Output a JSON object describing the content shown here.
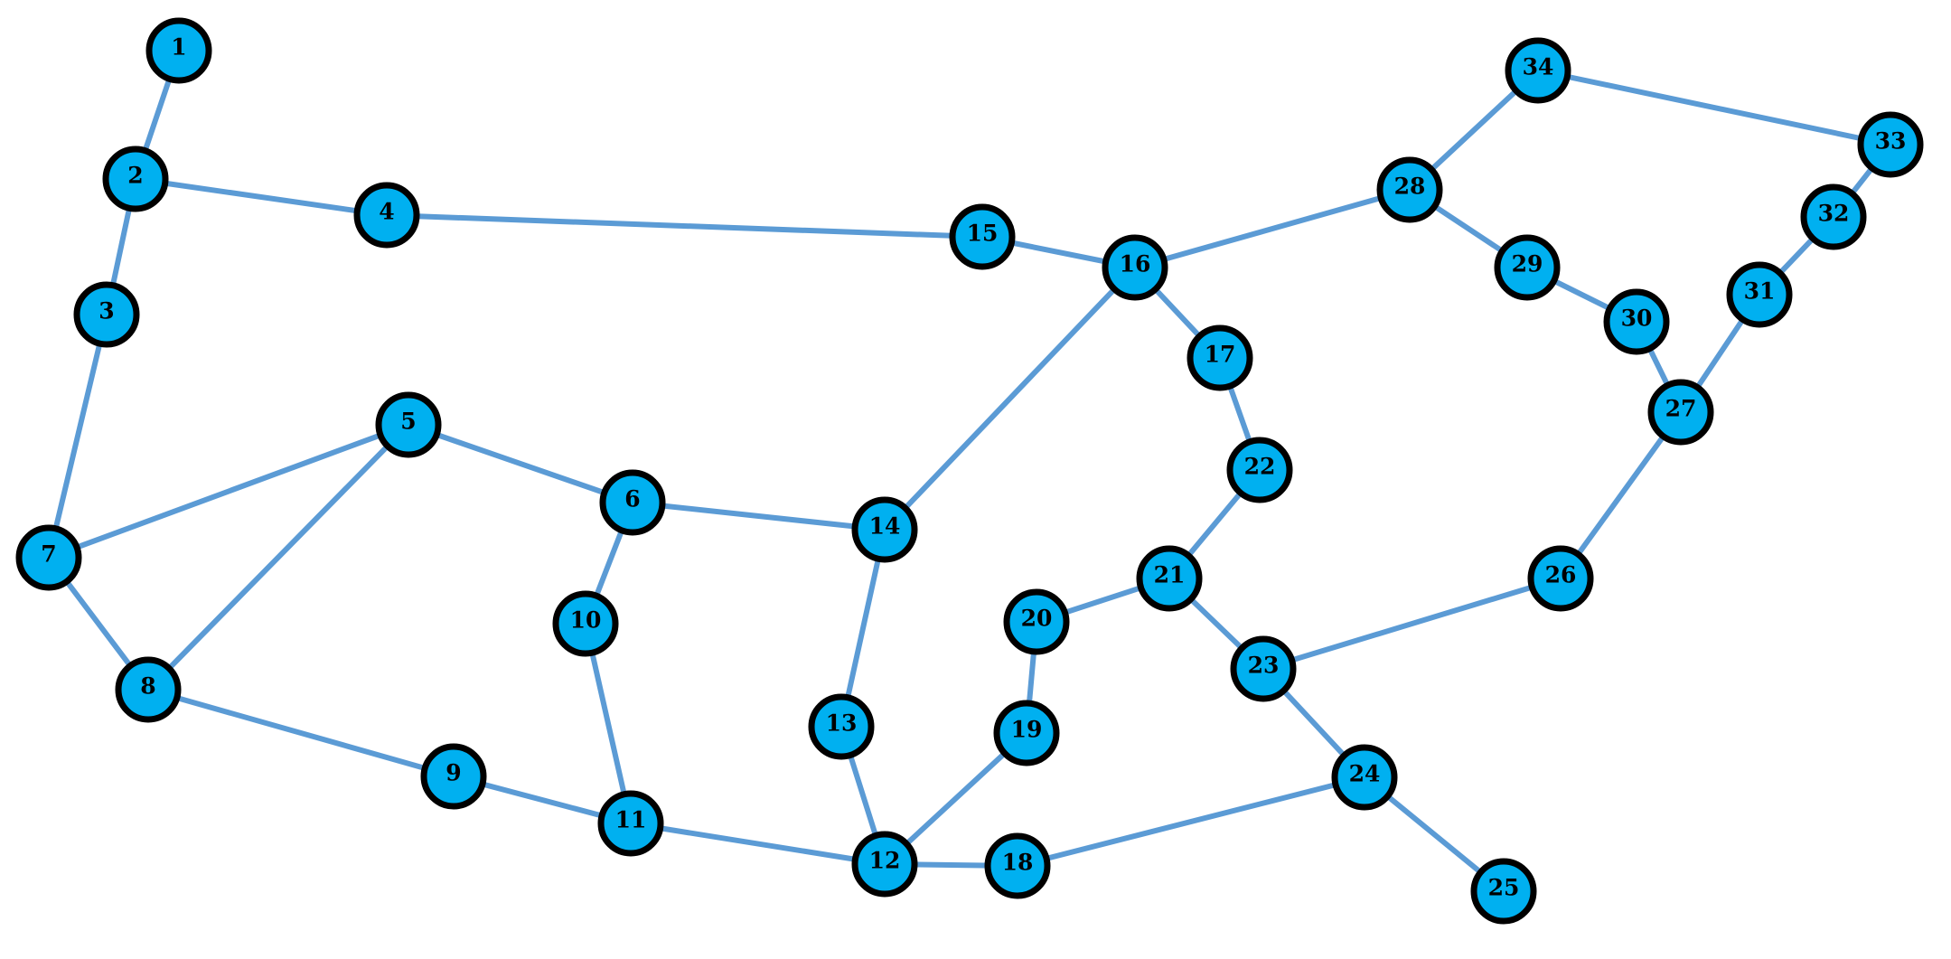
{
  "diagram": {
    "colors": {
      "node_fill": "#00b0f0",
      "node_stroke": "#000000",
      "edge": "#5b9bd5",
      "label": "#000000"
    },
    "nodes": [
      {
        "id": "1",
        "label": "1"
      },
      {
        "id": "2",
        "label": "2"
      },
      {
        "id": "3",
        "label": "3"
      },
      {
        "id": "4",
        "label": "4"
      },
      {
        "id": "5",
        "label": "5"
      },
      {
        "id": "6",
        "label": "6"
      },
      {
        "id": "7",
        "label": "7"
      },
      {
        "id": "8",
        "label": "8"
      },
      {
        "id": "9",
        "label": "9"
      },
      {
        "id": "10",
        "label": "10"
      },
      {
        "id": "11",
        "label": "11"
      },
      {
        "id": "12",
        "label": "12"
      },
      {
        "id": "13",
        "label": "13"
      },
      {
        "id": "14",
        "label": "14"
      },
      {
        "id": "15",
        "label": "15"
      },
      {
        "id": "16",
        "label": "16"
      },
      {
        "id": "17",
        "label": "17"
      },
      {
        "id": "18",
        "label": "18"
      },
      {
        "id": "19",
        "label": "19"
      },
      {
        "id": "20",
        "label": "20"
      },
      {
        "id": "21",
        "label": "21"
      },
      {
        "id": "22",
        "label": "22"
      },
      {
        "id": "23",
        "label": "23"
      },
      {
        "id": "24",
        "label": "24"
      },
      {
        "id": "25",
        "label": "25"
      },
      {
        "id": "26",
        "label": "26"
      },
      {
        "id": "27",
        "label": "27"
      },
      {
        "id": "28",
        "label": "28"
      },
      {
        "id": "29",
        "label": "29"
      },
      {
        "id": "30",
        "label": "30"
      },
      {
        "id": "31",
        "label": "31"
      },
      {
        "id": "32",
        "label": "32"
      },
      {
        "id": "33",
        "label": "33"
      },
      {
        "id": "34",
        "label": "34"
      }
    ],
    "edges": [
      [
        "1",
        "2"
      ],
      [
        "2",
        "3"
      ],
      [
        "2",
        "4"
      ],
      [
        "3",
        "7"
      ],
      [
        "4",
        "15"
      ],
      [
        "5",
        "7"
      ],
      [
        "5",
        "8"
      ],
      [
        "5",
        "6"
      ],
      [
        "6",
        "14"
      ],
      [
        "6",
        "10"
      ],
      [
        "7",
        "8"
      ],
      [
        "8",
        "9"
      ],
      [
        "9",
        "11"
      ],
      [
        "10",
        "11"
      ],
      [
        "11",
        "12"
      ],
      [
        "12",
        "13"
      ],
      [
        "13",
        "14"
      ],
      [
        "14",
        "16"
      ],
      [
        "15",
        "16"
      ],
      [
        "16",
        "17"
      ],
      [
        "16",
        "28"
      ],
      [
        "17",
        "22"
      ],
      [
        "22",
        "21"
      ],
      [
        "21",
        "20"
      ],
      [
        "21",
        "23"
      ],
      [
        "20",
        "19"
      ],
      [
        "19",
        "12"
      ],
      [
        "12",
        "18"
      ],
      [
        "18",
        "24"
      ],
      [
        "24",
        "23"
      ],
      [
        "24",
        "25"
      ],
      [
        "23",
        "26"
      ],
      [
        "26",
        "27"
      ],
      [
        "27",
        "30"
      ],
      [
        "27",
        "31"
      ],
      [
        "30",
        "29"
      ],
      [
        "29",
        "28"
      ],
      [
        "28",
        "34"
      ],
      [
        "34",
        "33"
      ],
      [
        "33",
        "32"
      ],
      [
        "32",
        "31"
      ]
    ]
  }
}
